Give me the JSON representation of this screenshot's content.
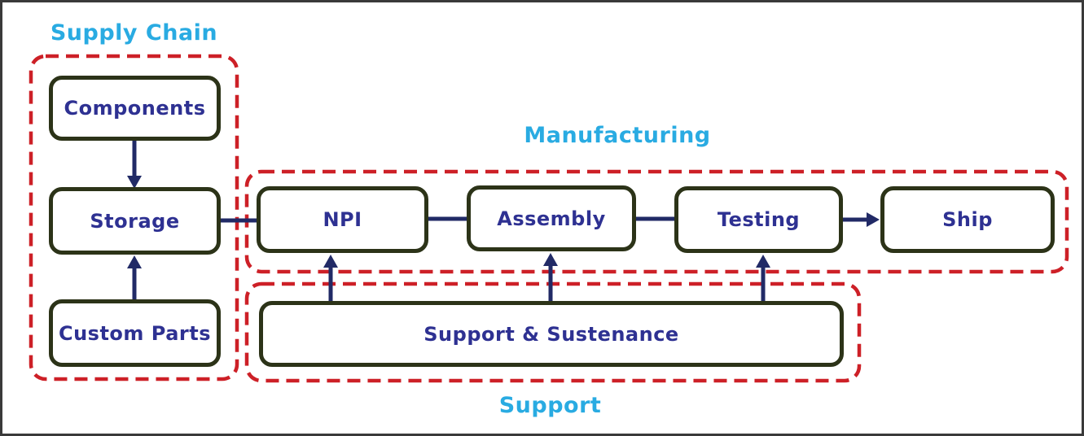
{
  "diagram": {
    "title": "Supply chain / manufacturing / support flow diagram",
    "regions": [
      {
        "id": "supply-chain",
        "label": "Supply Chain"
      },
      {
        "id": "manufacturing",
        "label": "Manufacturing"
      },
      {
        "id": "support",
        "label": "Support"
      }
    ],
    "nodes": [
      {
        "id": "components",
        "label": "Components",
        "region": "supply-chain"
      },
      {
        "id": "storage",
        "label": "Storage",
        "region": "supply-chain"
      },
      {
        "id": "custom-parts",
        "label": "Custom Parts",
        "region": "supply-chain"
      },
      {
        "id": "npi",
        "label": "NPI",
        "region": "manufacturing"
      },
      {
        "id": "assembly",
        "label": "Assembly",
        "region": "manufacturing"
      },
      {
        "id": "testing",
        "label": "Testing",
        "region": "manufacturing"
      },
      {
        "id": "ship",
        "label": "Ship",
        "region": "manufacturing"
      },
      {
        "id": "support-sustenance",
        "label": "Support & Sustenance",
        "region": "support"
      }
    ],
    "edges": [
      {
        "from": "components",
        "to": "storage",
        "arrowhead": true
      },
      {
        "from": "custom-parts",
        "to": "storage",
        "arrowhead": true
      },
      {
        "from": "storage",
        "to": "npi",
        "arrowhead": false
      },
      {
        "from": "npi",
        "to": "assembly",
        "arrowhead": false
      },
      {
        "from": "assembly",
        "to": "testing",
        "arrowhead": false
      },
      {
        "from": "testing",
        "to": "ship",
        "arrowhead": true
      },
      {
        "from": "support-sustenance",
        "to": "npi",
        "arrowhead": true
      },
      {
        "from": "support-sustenance",
        "to": "assembly",
        "arrowhead": true
      },
      {
        "from": "support-sustenance",
        "to": "testing",
        "arrowhead": true
      }
    ],
    "colors": {
      "region_label_text": "#29abe2",
      "region_dashed_border": "#cd2027",
      "node_border": "#2c3318",
      "node_text": "#2e3192",
      "connector": "#212a66",
      "background": "#ffffff",
      "outer_border": "#3a3a3a"
    }
  }
}
